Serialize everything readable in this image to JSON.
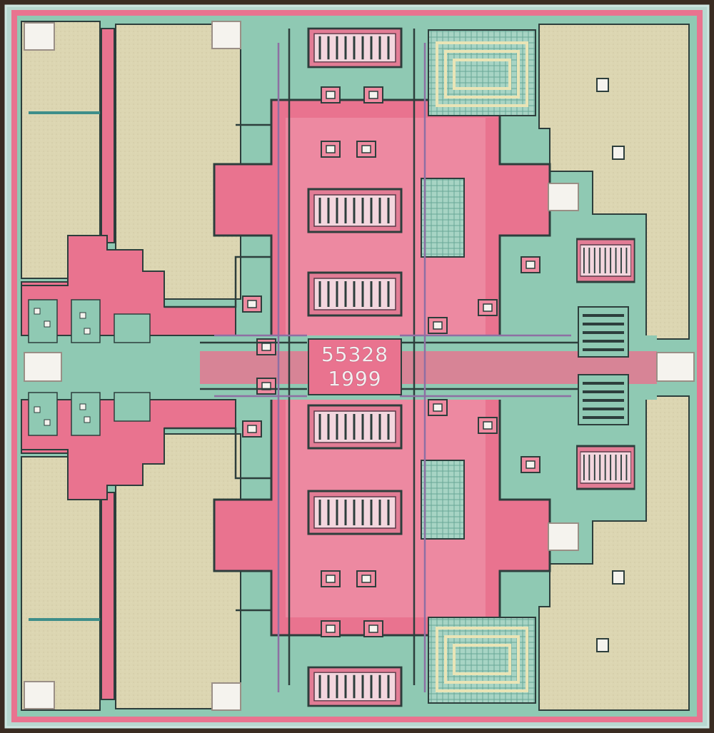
{
  "die": {
    "marking_part": "55328",
    "marking_year": "1999",
    "colors": {
      "background": "#3a2c22",
      "substrate": "#d9d4b0",
      "metal_pink": "#e9738f",
      "metal_magenta": "#d85a82",
      "oxide_green": "#8fc9b3",
      "oxide_teal": "#4f9a90",
      "trace_dark": "#2d3e3c",
      "trace_purple": "#8e6fa3",
      "pad_white": "#f5f3ee"
    },
    "bond_pads": 8
  }
}
